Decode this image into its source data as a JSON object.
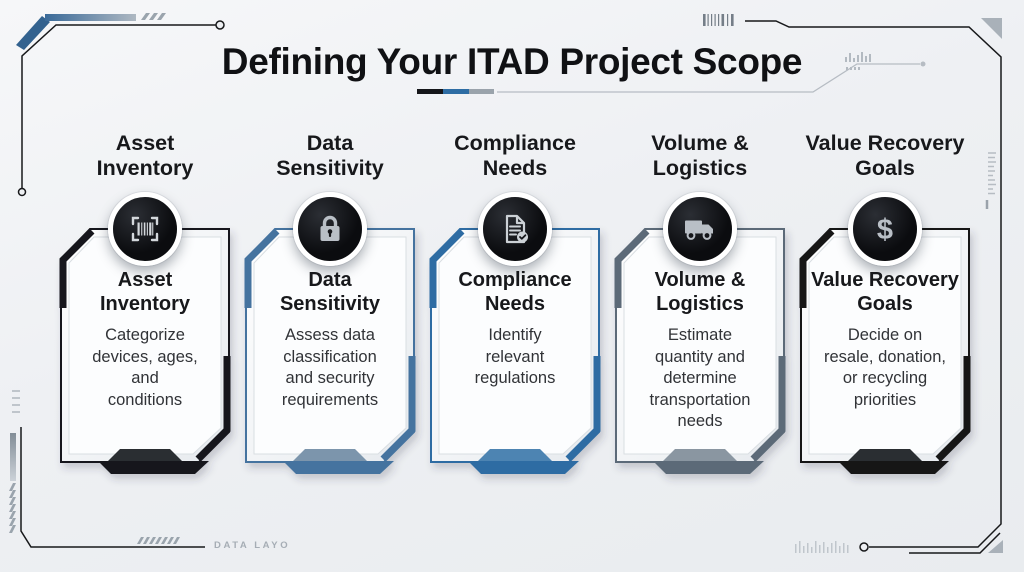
{
  "title": "Defining Your ITAD Project Scope",
  "watermark": "DATA LAYO",
  "accent_bar": {
    "black": "#15161a",
    "blue": "#2e6da4",
    "gray": "#9aa3ab"
  },
  "cards": [
    {
      "header": "Asset\nInventory",
      "title": "Asset\nInventory",
      "body": "Categorize\ndevices, ages,\nand\nconditions",
      "icon": "barcode-icon",
      "accent": "#15161a",
      "accent_light": "#2c2e33"
    },
    {
      "header": "Data\nSensitivity",
      "title": "Data\nSensitivity",
      "body": "Assess data\nclassification\nand security\nrequirements",
      "icon": "lock-icon",
      "accent": "#44739f",
      "accent_light": "#7b95ac"
    },
    {
      "header": "Compliance\nNeeds",
      "title": "Compliance\nNeeds",
      "body": "Identify\nrelevant\nregulations",
      "icon": "document-check-icon",
      "accent": "#2e6ca3",
      "accent_light": "#4d84b2"
    },
    {
      "header": "Volume &\nLogistics",
      "title": "Volume &\nLogistics",
      "body": "Estimate\nquantity and\ndetermine\ntransportation\nneeds",
      "icon": "truck-icon",
      "accent": "#5c6b78",
      "accent_light": "#8a96a1"
    },
    {
      "header": "Value Recovery\nGoals",
      "title": "Value Recovery\nGoals",
      "body": "Decide on\nresale, donation,\nor recycling\npriorities",
      "icon": "dollar-icon",
      "accent": "#141519",
      "accent_light": "#2c2e33"
    }
  ]
}
